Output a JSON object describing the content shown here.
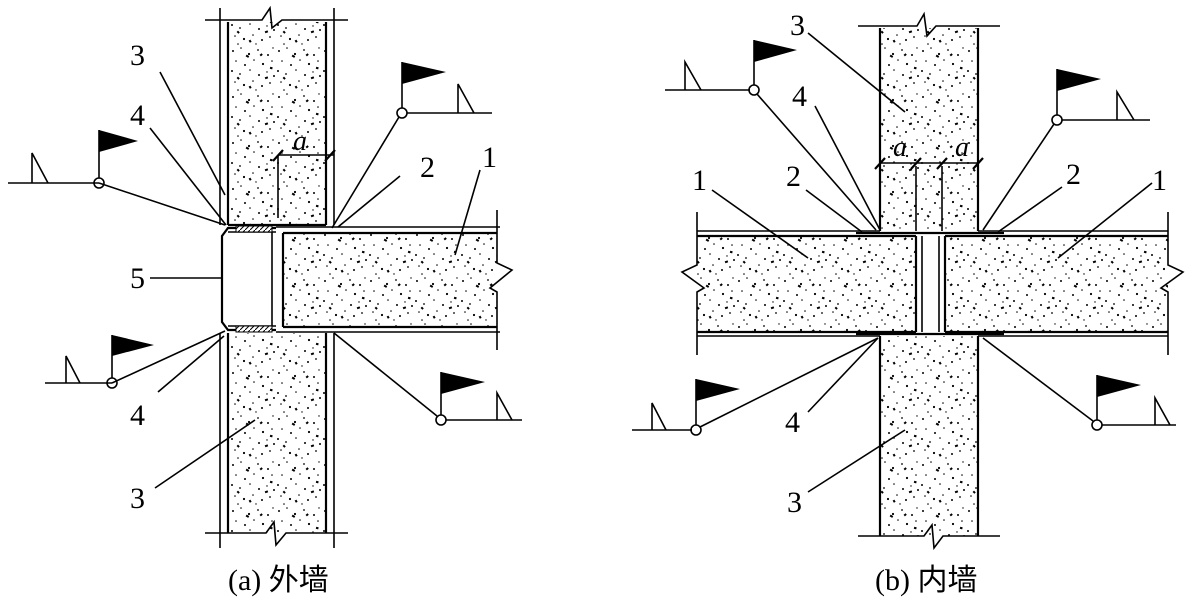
{
  "figure_a": {
    "caption": "(a)  外墙",
    "labels": {
      "beam": "1",
      "plate": "2",
      "wall_top": "3",
      "wall_bottom": "3",
      "weld_top": "4",
      "weld_bottom": "4",
      "cap_plate": "5"
    },
    "dim": "a"
  },
  "figure_b": {
    "caption": "(b)  内墙",
    "labels": {
      "beam_left": "1",
      "beam_right": "1",
      "plate_left": "2",
      "plate_right": "2",
      "wall_top": "3",
      "wall_bottom": "3",
      "weld_top": "4",
      "weld_bottom": "4"
    },
    "dim_left": "a",
    "dim_right": "a"
  }
}
